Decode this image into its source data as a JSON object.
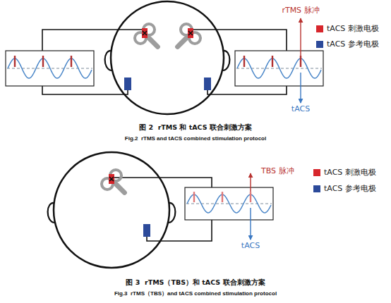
{
  "diagram": {
    "labels": [
      "rTMS 脉冲",
      "tACS",
      "图 2  rTMS 和 tACS 联合刺激方案",
      "Fig.2  rTMS and tACS combined stimulation protocol",
      "TBS 脉冲",
      "tACS",
      "图 3  rTMS（TBS）和 tACS 联合刺激方案",
      "Fig.3  rTMS（TBS）and tACS combined stimulation protocol"
    ],
    "legend": [
      {
        "text": "tACS 刺激电极",
        "color": "#d7262c"
      },
      {
        "text": "tACS 参考电极",
        "color": "#2c4a9a"
      },
      {
        "text": "tACS 刺激电极",
        "color": "#d7262c"
      },
      {
        "text": "tACS 参考电极",
        "color": "#2c4a9a"
      }
    ]
  }
}
